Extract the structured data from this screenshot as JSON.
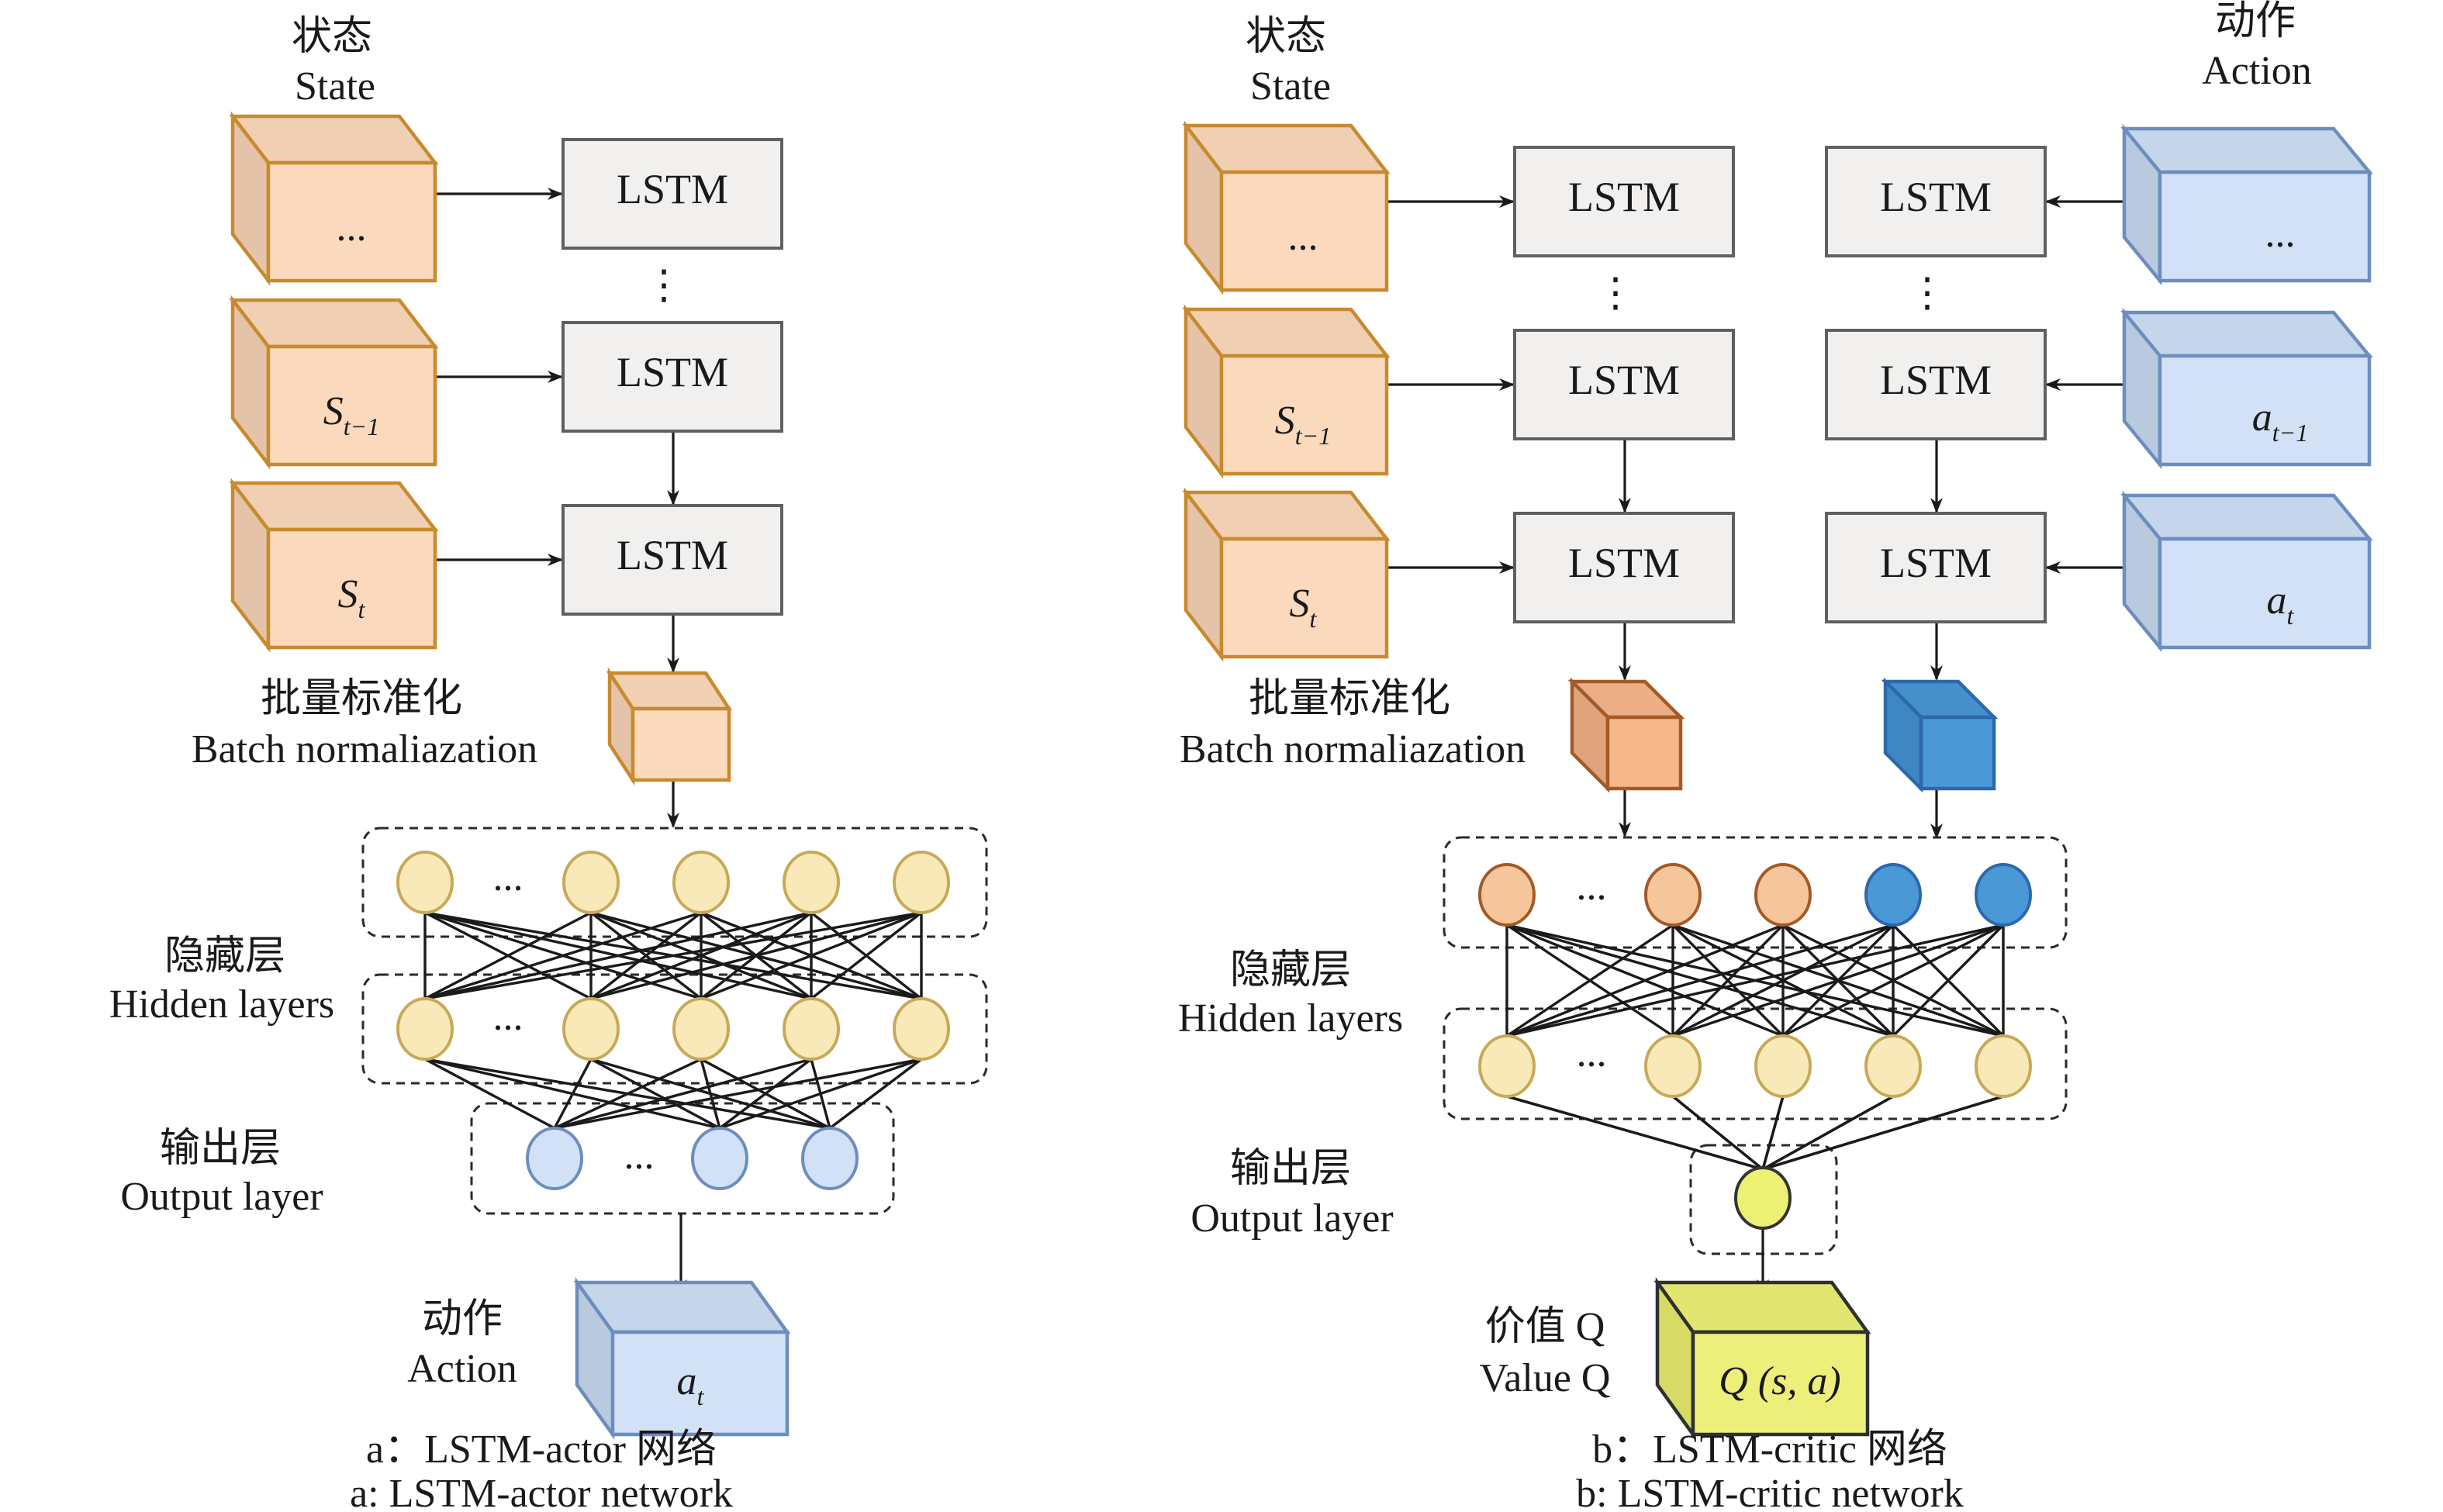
{
  "panel_a": {
    "state_label_cn": "状态",
    "state_label_en": "State",
    "inputs": [
      {
        "main": "...",
        "sub": ""
      },
      {
        "main": "S",
        "sub": "t−1"
      },
      {
        "main": "S",
        "sub": "t"
      }
    ],
    "lstm_label": "LSTM",
    "lstm_count": 3,
    "vertical_ellipsis": "⋮",
    "bn_label_cn": "批量标准化",
    "bn_label_en": "Batch normaliazation",
    "hidden_label_cn": "隐藏层",
    "hidden_label_en": "Hidden layers",
    "output_label_cn": "输出层",
    "output_label_en": "Output layer",
    "ellipsis": "...",
    "hidden1_nodes": 5,
    "hidden2_nodes": 5,
    "output_nodes": 3,
    "action_label_cn": "动作",
    "action_label_en": "Action",
    "action_box": {
      "main": "a",
      "sub": "t"
    },
    "caption_cn": "a：LSTM-actor 网络",
    "caption_en": "a: LSTM-actor network"
  },
  "panel_b": {
    "state_label_cn": "状态",
    "state_label_en": "State",
    "action_label_cn": "动作",
    "action_label_en": "Action",
    "state_inputs": [
      {
        "main": "...",
        "sub": ""
      },
      {
        "main": "S",
        "sub": "t−1"
      },
      {
        "main": "S",
        "sub": "t"
      }
    ],
    "action_inputs": [
      {
        "main": "...",
        "sub": ""
      },
      {
        "main": "a",
        "sub": "t−1"
      },
      {
        "main": "a",
        "sub": "t"
      }
    ],
    "lstm_label": "LSTM",
    "vertical_ellipsis": "⋮",
    "bn_label_cn": "批量标准化",
    "bn_label_en": "Batch normaliazation",
    "hidden_label_cn": "隐藏层",
    "hidden_label_en": "Hidden layers",
    "output_label_cn": "输出层",
    "output_label_en": "Output layer",
    "ellipsis": "...",
    "hidden1_state_nodes": 3,
    "hidden1_action_nodes": 2,
    "hidden2_nodes": 5,
    "output_nodes": 1,
    "value_label_cn": "价值 Q",
    "value_label_en": "Value Q",
    "value_box": "Q (s, a)",
    "caption_cn": "b：LSTM-critic 网络",
    "caption_en": "b: LSTM-critic network"
  },
  "colors": {
    "state_front": "#fad9bc",
    "state_side": "#e4c3a8",
    "state_top": "#f0cfb3",
    "state_stroke": "#c88a2e",
    "action_front": "#d2e1f5",
    "action_side": "#b9c9de",
    "action_top": "#c5d5ea",
    "action_stroke": "#6c8ebf",
    "lstm_fill": "#f1f0ee",
    "lstm_stroke": "#5f6063",
    "hidden_fill": "#f9e8b8",
    "hidden_stroke": "#c8a957",
    "output_a_fill": "#d2e1f5",
    "output_a_stroke": "#6c8ebf",
    "bn_state_front": "#f8b78b",
    "bn_state_side": "#e0a37c",
    "bn_state_top": "#ebae85",
    "bn_state_stroke": "#a35a26",
    "bn_action_front": "#4a98d6",
    "bn_action_side": "#3f87c0",
    "bn_action_top": "#4590cb",
    "bn_action_stroke": "#2b68ad",
    "h1_state_fill": "#f5c69b",
    "h1_state_stroke": "#a35a26",
    "h1_action_fill": "#4a98d6",
    "h1_action_stroke": "#2b68ad",
    "q_node_fill": "#ecf073",
    "q_node_stroke": "#333333",
    "q_box_front": "#ecf07a",
    "q_box_side": "#d6db66",
    "q_box_top": "#e2e670",
    "q_box_stroke": "#2f3030",
    "line": "#1a1a1a"
  }
}
